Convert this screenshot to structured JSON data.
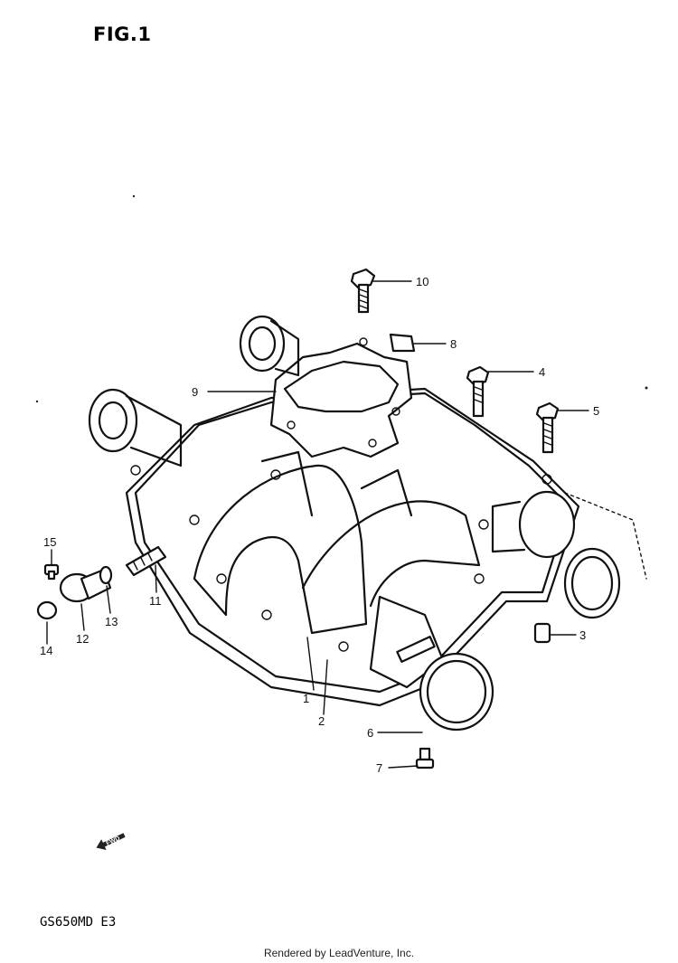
{
  "figure": {
    "title": "FIG.1",
    "model_code": "GS650MD  E3",
    "render_credit": "Rendered by LeadVenture, Inc.",
    "fwd_label": "FWD"
  },
  "callouts": [
    {
      "id": "1",
      "label": "1"
    },
    {
      "id": "2",
      "label": "2"
    },
    {
      "id": "3",
      "label": "3"
    },
    {
      "id": "4",
      "label": "4"
    },
    {
      "id": "5",
      "label": "5"
    },
    {
      "id": "6",
      "label": "6"
    },
    {
      "id": "7",
      "label": "7"
    },
    {
      "id": "8",
      "label": "8"
    },
    {
      "id": "9",
      "label": "9"
    },
    {
      "id": "10",
      "label": "10"
    },
    {
      "id": "11",
      "label": "11"
    },
    {
      "id": "12",
      "label": "12"
    },
    {
      "id": "13",
      "label": "13"
    },
    {
      "id": "14",
      "label": "14"
    },
    {
      "id": "15",
      "label": "15"
    }
  ]
}
